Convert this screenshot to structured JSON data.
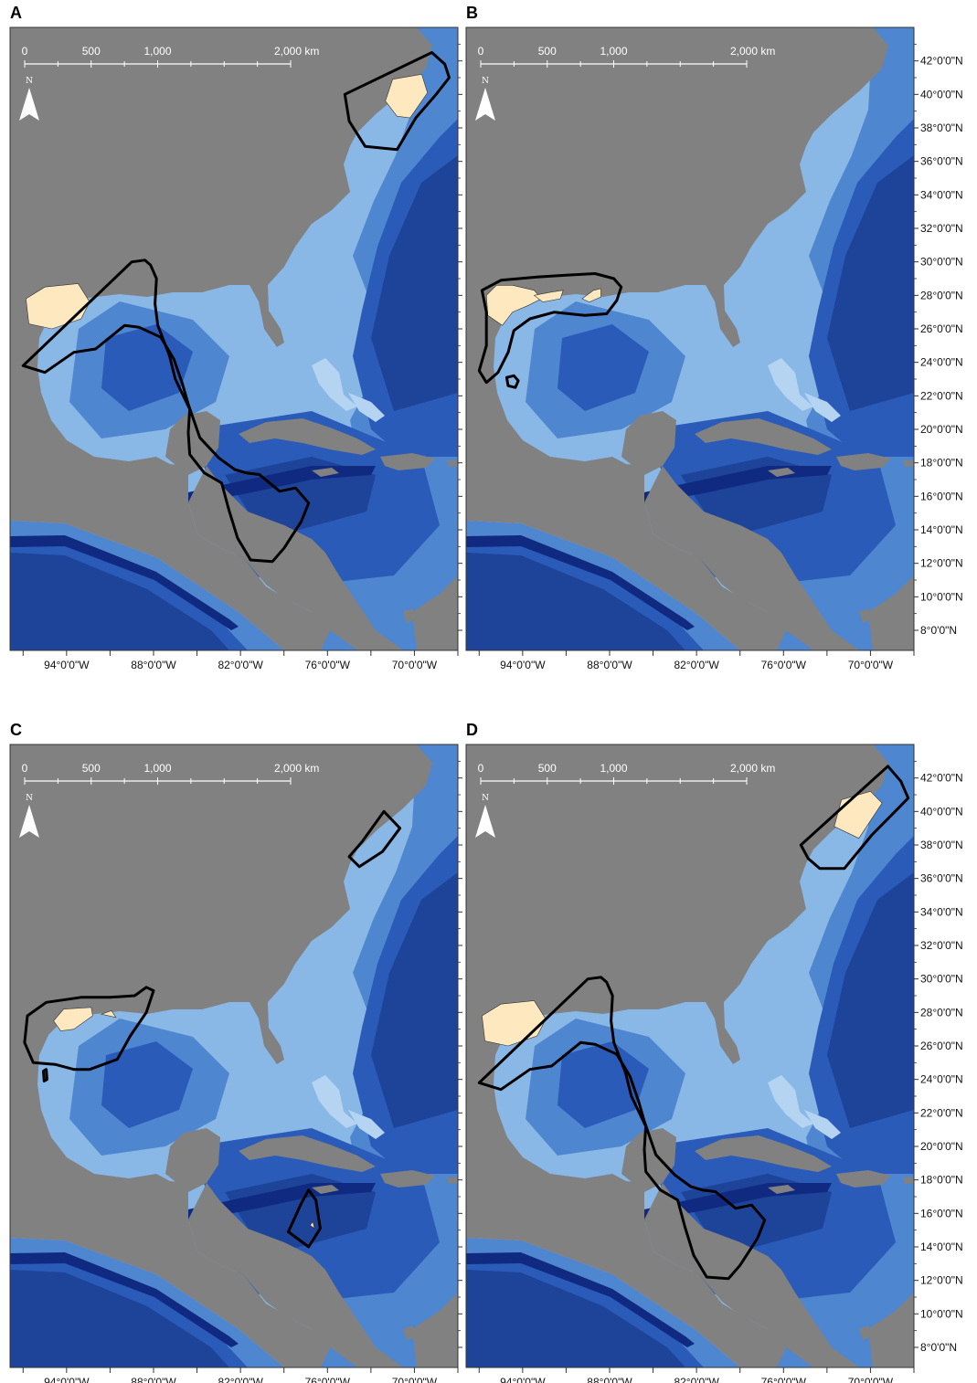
{
  "panels": [
    {
      "label": "A",
      "zones": [
        {
          "kind": "range",
          "coords": [
            [
              -97,
              23.8
            ],
            [
              -95.5,
              23.4
            ],
            [
              -93.5,
              24.6
            ],
            [
              -92,
              24.8
            ],
            [
              -90,
              26.2
            ],
            [
              -89,
              26.1
            ],
            [
              -87.5,
              25.5
            ],
            [
              -86.6,
              24.2
            ],
            [
              -86,
              22.7
            ],
            [
              -85.6,
              21.5
            ],
            [
              -84.8,
              19.5
            ],
            [
              -83.5,
              18.3
            ],
            [
              -82.4,
              17.6
            ],
            [
              -81.6,
              17.4
            ],
            [
              -80.7,
              17.3
            ],
            [
              -79.3,
              16.3
            ],
            [
              -78.2,
              16.5
            ],
            [
              -77.3,
              15.6
            ],
            [
              -77.8,
              14.5
            ],
            [
              -79,
              12.9
            ],
            [
              -79.8,
              12.1
            ],
            [
              -81.3,
              12.2
            ],
            [
              -82.2,
              13.5
            ],
            [
              -82.8,
              15.2
            ],
            [
              -83.3,
              16.8
            ],
            [
              -84.5,
              17.4
            ],
            [
              -85.5,
              18.5
            ],
            [
              -85.6,
              19.8
            ],
            [
              -85.5,
              21.2
            ],
            [
              -86.5,
              23.0
            ],
            [
              -86.9,
              24.4
            ],
            [
              -87.7,
              26.2
            ],
            [
              -87.9,
              27.5
            ],
            [
              -87.8,
              29.0
            ],
            [
              -88.2,
              29.8
            ],
            [
              -88.6,
              30.1
            ],
            [
              -89.5,
              30.0
            ]
          ]
        },
        {
          "kind": "range",
          "coords": [
            [
              -74.8,
              40.0
            ],
            [
              -74.5,
              38.4
            ],
            [
              -73.4,
              36.9
            ],
            [
              -71.2,
              36.7
            ],
            [
              -69.9,
              38.6
            ],
            [
              -68.5,
              40.0
            ],
            [
              -67.6,
              41.0
            ],
            [
              -67.9,
              41.8
            ],
            [
              -68.8,
              42.5
            ]
          ]
        },
        {
          "kind": "core",
          "coords": [
            [
              -96.6,
              26.3
            ],
            [
              -96.8,
              27.8
            ],
            [
              -95.5,
              28.5
            ],
            [
              -93.2,
              28.7
            ],
            [
              -92.4,
              27.6
            ],
            [
              -93.0,
              26.6
            ],
            [
              -95.0,
              26.0
            ]
          ]
        },
        {
          "kind": "core",
          "coords": [
            [
              -72.0,
              39.6
            ],
            [
              -71.5,
              40.9
            ],
            [
              -69.5,
              41.2
            ],
            [
              -69.1,
              40.1
            ],
            [
              -70.3,
              38.6
            ],
            [
              -71.2,
              38.7
            ]
          ]
        }
      ]
    },
    {
      "label": "B",
      "zones": [
        {
          "kind": "range",
          "coords": [
            [
              -97,
              23.5
            ],
            [
              -96.5,
              25.0
            ],
            [
              -96.5,
              27.0
            ],
            [
              -96.8,
              28.3
            ],
            [
              -95.5,
              28.9
            ],
            [
              -93,
              29.1
            ],
            [
              -91,
              29.2
            ],
            [
              -89,
              29.3
            ],
            [
              -87.7,
              29.0
            ],
            [
              -87.2,
              28.5
            ],
            [
              -87.5,
              27.7
            ],
            [
              -88.2,
              26.9
            ],
            [
              -89.7,
              26.8
            ],
            [
              -91.8,
              27.0
            ],
            [
              -93.5,
              26.6
            ],
            [
              -94.6,
              25.9
            ],
            [
              -95,
              24.6
            ],
            [
              -95.7,
              23.4
            ],
            [
              -96.5,
              22.8
            ]
          ]
        },
        {
          "kind": "range",
          "coords": [
            [
              -95.1,
              23.1
            ],
            [
              -94.6,
              23.2
            ],
            [
              -94.3,
              22.9
            ],
            [
              -94.5,
              22.5
            ],
            [
              -95.0,
              22.6
            ]
          ]
        },
        {
          "kind": "core",
          "coords": [
            [
              -96.4,
              26.8
            ],
            [
              -96.5,
              28.0
            ],
            [
              -95.8,
              28.6
            ],
            [
              -94.7,
              28.6
            ],
            [
              -93.2,
              28.3
            ],
            [
              -92.7,
              27.8
            ],
            [
              -93.6,
              27.4
            ],
            [
              -94.7,
              27.0
            ],
            [
              -95.4,
              26.2
            ]
          ]
        },
        {
          "kind": "core",
          "coords": [
            [
              -93.2,
              28.0
            ],
            [
              -92.0,
              28.2
            ],
            [
              -91.2,
              28.3
            ],
            [
              -91.4,
              27.8
            ],
            [
              -92.6,
              27.6
            ]
          ]
        },
        {
          "kind": "core",
          "coords": [
            [
              -89.9,
              27.8
            ],
            [
              -89.1,
              28.3
            ],
            [
              -88.6,
              28.4
            ],
            [
              -88.6,
              27.9
            ],
            [
              -89.4,
              27.6
            ]
          ]
        }
      ]
    },
    {
      "label": "C",
      "zones": [
        {
          "kind": "range",
          "coords": [
            [
              -96.3,
              25.0
            ],
            [
              -96.9,
              26.2
            ],
            [
              -96.7,
              27.8
            ],
            [
              -95.4,
              28.6
            ],
            [
              -93,
              28.9
            ],
            [
              -91,
              28.9
            ],
            [
              -89.3,
              29.0
            ],
            [
              -88.5,
              29.5
            ],
            [
              -88.0,
              29.3
            ],
            [
              -88.5,
              28.0
            ],
            [
              -89.6,
              26.6
            ],
            [
              -90.5,
              25.2
            ],
            [
              -92.4,
              24.6
            ],
            [
              -93.5,
              24.6
            ],
            [
              -94.8,
              24.9
            ]
          ]
        },
        {
          "kind": "range",
          "coords": [
            [
              -95.6,
              24.5
            ],
            [
              -95.4,
              24.6
            ],
            [
              -95.35,
              24.0
            ],
            [
              -95.55,
              23.9
            ]
          ]
        },
        {
          "kind": "range",
          "coords": [
            [
              -74.5,
              37.3
            ],
            [
              -73.6,
              38.2
            ],
            [
              -72.1,
              40.0
            ],
            [
              -71.0,
              39.0
            ],
            [
              -72.2,
              37.6
            ],
            [
              -73.8,
              36.7
            ]
          ]
        },
        {
          "kind": "range",
          "coords": [
            [
              -78.7,
              14.9
            ],
            [
              -77.8,
              16.6
            ],
            [
              -77.3,
              17.4
            ],
            [
              -76.8,
              16.8
            ],
            [
              -76.5,
              15.1
            ],
            [
              -77.3,
              14.0
            ]
          ]
        },
        {
          "kind": "core",
          "coords": [
            [
              -94.9,
              27.5
            ],
            [
              -94.2,
              28.2
            ],
            [
              -92.3,
              28.3
            ],
            [
              -92.2,
              27.8
            ],
            [
              -93.5,
              27.0
            ],
            [
              -94.4,
              26.9
            ]
          ]
        },
        {
          "kind": "core",
          "coords": [
            [
              -91.6,
              27.9
            ],
            [
              -90.9,
              28.1
            ],
            [
              -90.6,
              27.7
            ]
          ]
        },
        {
          "kind": "core",
          "coords": [
            [
              -77.2,
              15.3
            ],
            [
              -77.0,
              15.5
            ],
            [
              -76.9,
              15.1
            ]
          ]
        }
      ]
    },
    {
      "label": "D",
      "zones": [
        {
          "kind": "range",
          "coords": [
            [
              -97,
              23.8
            ],
            [
              -95.5,
              23.4
            ],
            [
              -93.5,
              24.6
            ],
            [
              -92,
              24.8
            ],
            [
              -90,
              26.2
            ],
            [
              -89,
              26.1
            ],
            [
              -87.5,
              25.5
            ],
            [
              -86.6,
              24.2
            ],
            [
              -86,
              22.7
            ],
            [
              -85.6,
              21.5
            ],
            [
              -84.8,
              19.5
            ],
            [
              -83.5,
              18.3
            ],
            [
              -82.4,
              17.6
            ],
            [
              -81.6,
              17.4
            ],
            [
              -80.7,
              17.3
            ],
            [
              -79.3,
              16.3
            ],
            [
              -78.2,
              16.5
            ],
            [
              -77.3,
              15.6
            ],
            [
              -77.8,
              14.5
            ],
            [
              -79,
              12.9
            ],
            [
              -79.8,
              12.1
            ],
            [
              -81.3,
              12.2
            ],
            [
              -82.2,
              13.5
            ],
            [
              -82.8,
              15.2
            ],
            [
              -83.3,
              16.8
            ],
            [
              -84.5,
              17.4
            ],
            [
              -85.5,
              18.5
            ],
            [
              -85.6,
              19.8
            ],
            [
              -85.5,
              21.2
            ],
            [
              -86.5,
              23.0
            ],
            [
              -86.9,
              24.4
            ],
            [
              -87.7,
              26.2
            ],
            [
              -87.9,
              27.5
            ],
            [
              -87.8,
              29.0
            ],
            [
              -88.2,
              29.8
            ],
            [
              -88.6,
              30.1
            ],
            [
              -89.5,
              30.0
            ]
          ]
        },
        {
          "kind": "range",
          "coords": [
            [
              -74.8,
              38.0
            ],
            [
              -74.3,
              37.2
            ],
            [
              -73.5,
              36.6
            ],
            [
              -71.8,
              36.6
            ],
            [
              -69.9,
              38.6
            ],
            [
              -68.3,
              40.0
            ],
            [
              -67.4,
              40.8
            ],
            [
              -67.9,
              41.8
            ],
            [
              -68.8,
              42.7
            ]
          ]
        },
        {
          "kind": "core",
          "coords": [
            [
              -96.6,
              26.3
            ],
            [
              -96.8,
              27.8
            ],
            [
              -95.5,
              28.5
            ],
            [
              -93.2,
              28.7
            ],
            [
              -92.4,
              27.6
            ],
            [
              -93.0,
              26.6
            ],
            [
              -95.0,
              26.0
            ]
          ]
        },
        {
          "kind": "core",
          "coords": [
            [
              -72.5,
              39.1
            ],
            [
              -72.0,
              40.7
            ],
            [
              -70.0,
              41.2
            ],
            [
              -69.2,
              40.5
            ],
            [
              -70.8,
              38.4
            ]
          ]
        }
      ]
    }
  ],
  "lat_labels": [
    "8°0'0\"N",
    "10°0'0\"N",
    "12°0'0\"N",
    "14°0'0\"N",
    "16°0'0\"N",
    "18°0'0\"N",
    "20°0'0\"N",
    "22°0'0\"N",
    "24°0'0\"N",
    "26°0'0\"N",
    "28°0'0\"N",
    "30°0'0\"N",
    "32°0'0\"N",
    "34°0'0\"N",
    "36°0'0\"N",
    "38°0'0\"N",
    "40°0'0\"N",
    "42°0'0\"N"
  ],
  "lat_values": [
    8,
    10,
    12,
    14,
    16,
    18,
    20,
    22,
    24,
    26,
    28,
    30,
    32,
    34,
    36,
    38,
    40,
    42
  ],
  "lon_labels": [
    "94°0'0\"W",
    "88°0'0\"W",
    "82°0'0\"W",
    "76°0'0\"W",
    "70°0'0\"W"
  ],
  "lon_values": [
    -94,
    -88,
    -82,
    -76,
    -70
  ],
  "scale_labels": [
    "0",
    "500",
    "1,000",
    "2,000 km"
  ],
  "scale_values_km": [
    0,
    500,
    1000,
    2000
  ],
  "north_label": "N",
  "colors": {
    "land": "#818181",
    "shelf": "#8ab8e6",
    "slope": "#4f86d0",
    "deep": "#2a5bb8",
    "abyss": "#1d4499",
    "trench": "#0f2a80",
    "core": "#fde8c0",
    "range": "#000000"
  }
}
